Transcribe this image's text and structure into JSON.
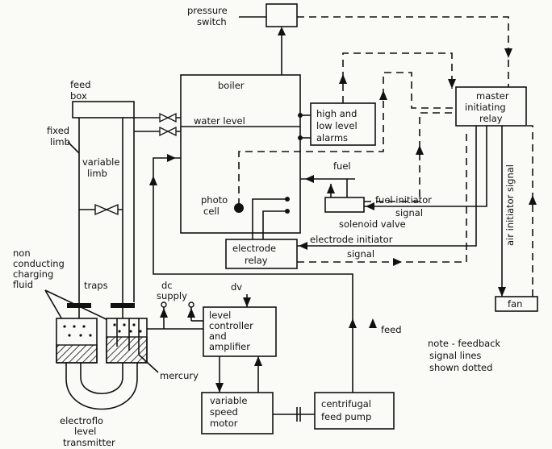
{
  "labels": {
    "pressure_switch": [
      "pressure",
      "switch"
    ],
    "feed_box": [
      "feed",
      "box"
    ],
    "boiler": "boiler",
    "water_level": "water level",
    "high_low_alarms": [
      "high and",
      "low level",
      "alarms"
    ],
    "master_relay": [
      "master",
      "initiating",
      "relay"
    ],
    "fixed_limb": [
      "fixed",
      "limb"
    ],
    "variable_limb": [
      "variable",
      "limb"
    ],
    "fuel": "fuel",
    "fuel_initiator_signal": [
      "fuel initiator",
      "signal"
    ],
    "solenoid_valve": "solenoid valve",
    "photo_cell": [
      "photo",
      "cell"
    ],
    "electrode_relay": [
      "electrode",
      "relay"
    ],
    "electrode_initiator_signal": [
      "electrode initiator",
      "signal"
    ],
    "air_initiator_signal": "air initiator signal",
    "non_conducting_fluid": [
      "non",
      "conducting",
      "charging",
      "fluid"
    ],
    "traps": "traps",
    "dc_supply": [
      "dc",
      "supply"
    ],
    "dv": "dv",
    "level_controller": [
      "level",
      "controller",
      "and",
      "amplifier"
    ],
    "feed": "feed",
    "note": [
      "note - feedback",
      "signal lines",
      "shown dotted"
    ],
    "fan": "fan",
    "mercury": "mercury",
    "variable_speed_motor": [
      "variable",
      "speed",
      "motor"
    ],
    "centrifugal_pump": [
      "centrifugal",
      "feed pump"
    ],
    "electroflo": [
      "electroflo",
      "level",
      "transmitter"
    ]
  }
}
